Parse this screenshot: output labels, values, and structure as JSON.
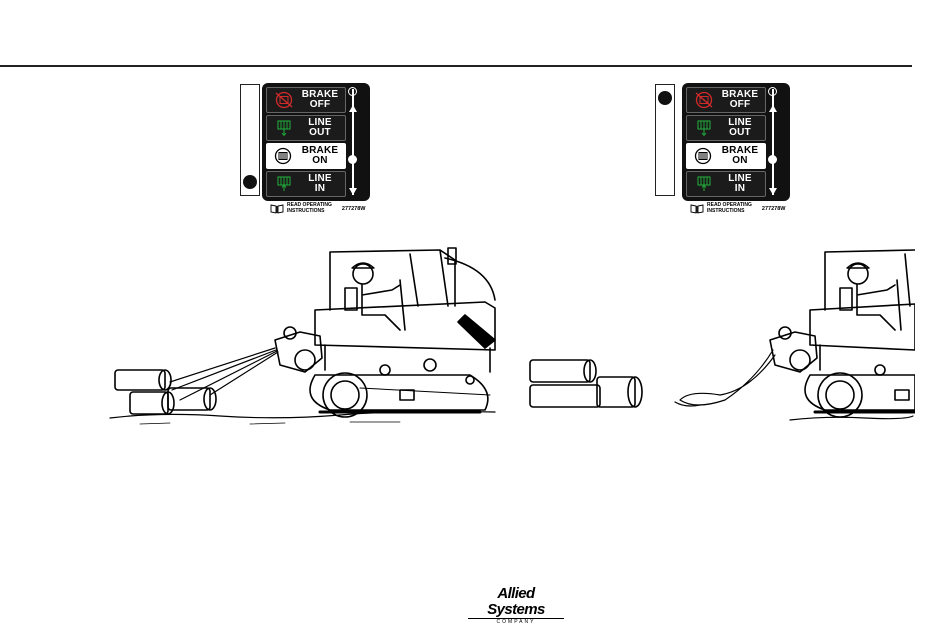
{
  "colors": {
    "red_icon": "#d42a2a",
    "green_icon": "#22a63a",
    "panel_bg": "#111111"
  },
  "left_panel": {
    "indicator_position": "bottom",
    "cells": [
      {
        "line1": "BRAKE",
        "line2": "OFF",
        "icon": "brake-off-icon",
        "style": "dark"
      },
      {
        "line1": "LINE",
        "line2": "OUT",
        "icon": "line-out-icon",
        "style": "dark"
      },
      {
        "line1": "BRAKE",
        "line2": "ON",
        "icon": "brake-on-icon",
        "style": "light"
      },
      {
        "line1": "LINE",
        "line2": "IN",
        "icon": "line-in-icon",
        "style": "dark"
      }
    ],
    "decal_line1": "READ OPERATING",
    "decal_line2": "INSTRUCTIONS",
    "part_number": "277278W"
  },
  "right_panel": {
    "indicator_position": "top",
    "cells": [
      {
        "line1": "BRAKE",
        "line2": "OFF",
        "icon": "brake-off-icon",
        "style": "dark"
      },
      {
        "line1": "LINE",
        "line2": "OUT",
        "icon": "line-out-icon",
        "style": "dark"
      },
      {
        "line1": "BRAKE",
        "line2": "ON",
        "icon": "brake-on-icon",
        "style": "light"
      },
      {
        "line1": "LINE",
        "line2": "IN",
        "icon": "line-in-icon",
        "style": "dark"
      }
    ],
    "decal_line1": "READ OPERATING",
    "decal_line2": "INSTRUCTIONS",
    "part_number": "277278W"
  },
  "logo": {
    "brand": "Allied Systems",
    "company": "COMPANY"
  }
}
